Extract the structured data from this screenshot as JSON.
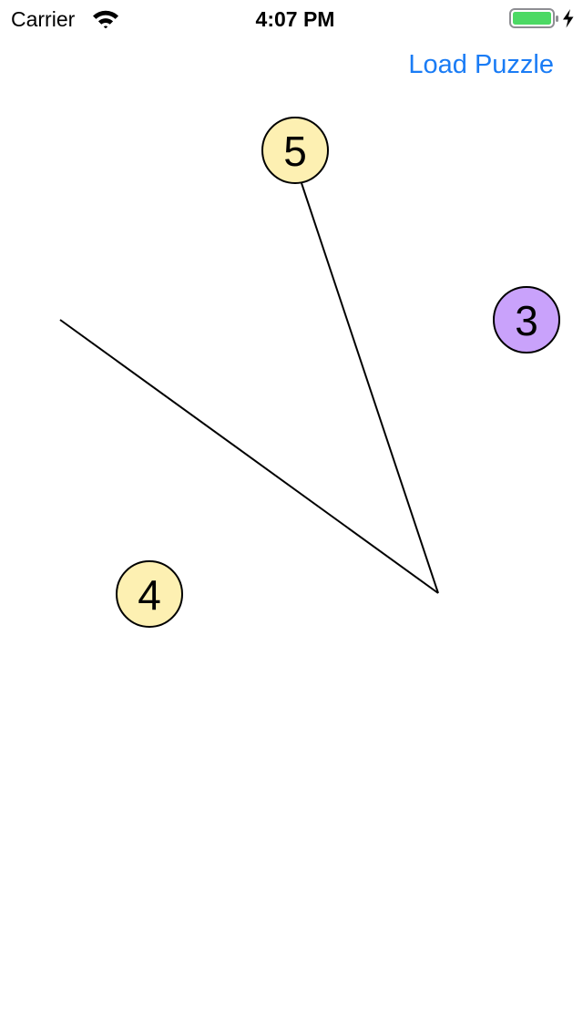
{
  "status_bar": {
    "carrier": "Carrier",
    "time": "4:07 PM",
    "icons": [
      "wifi-icon",
      "battery-icon",
      "charging-bolt-icon"
    ],
    "battery_color": "#4cd964"
  },
  "nav": {
    "load_button_label": "Load Puzzle",
    "accent_color": "#1a7cf5"
  },
  "puzzle": {
    "nodes": [
      {
        "label": "5",
        "fill": "#fdf0b2"
      },
      {
        "label": "3",
        "fill": "#c9a2fb"
      },
      {
        "label": "4",
        "fill": "#fdf0b2"
      }
    ]
  }
}
